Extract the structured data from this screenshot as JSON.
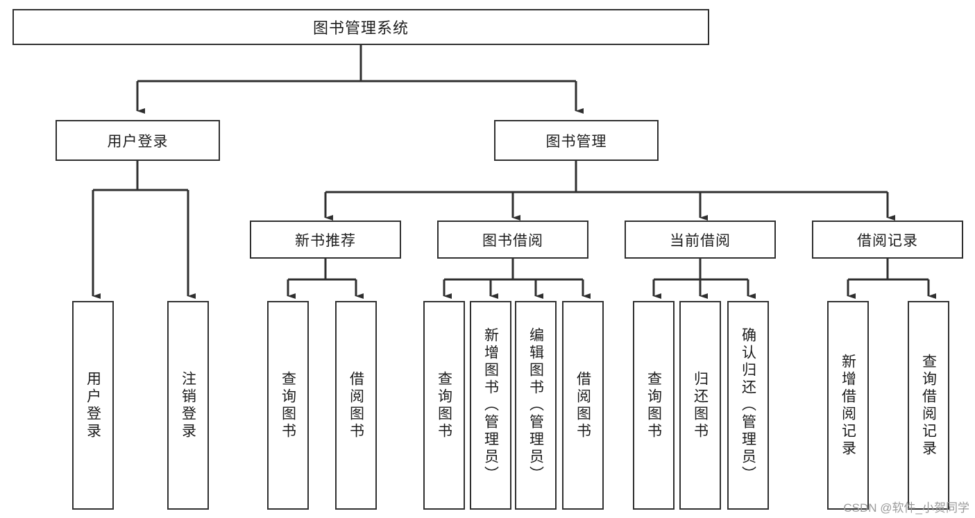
{
  "diagram": {
    "title": "图书管理系统",
    "type": "hierarchy-tree",
    "watermark": "CSDN @软件_小贺同学",
    "colors": {
      "border": "#2f2f2f",
      "background": "#ffffff",
      "text": "#1c1c1c",
      "watermark": "#9a9a9a"
    },
    "levels": {
      "root": {
        "label": "图书管理系统"
      },
      "level2": [
        {
          "label": "用户登录"
        },
        {
          "label": "图书管理"
        }
      ],
      "level3": [
        {
          "label": "新书推荐"
        },
        {
          "label": "图书借阅"
        },
        {
          "label": "当前借阅"
        },
        {
          "label": "借阅记录"
        }
      ],
      "leaves": [
        {
          "label": "用户登录",
          "parent": "用户登录"
        },
        {
          "label": "注销登录",
          "parent": "用户登录"
        },
        {
          "label": "查询图书",
          "parent": "新书推荐"
        },
        {
          "label": "借阅图书",
          "parent": "新书推荐"
        },
        {
          "label": "查询图书",
          "parent": "图书借阅"
        },
        {
          "label": "新增图书（管理员）",
          "parent": "图书借阅"
        },
        {
          "label": "编辑图书（管理员）",
          "parent": "图书借阅"
        },
        {
          "label": "借阅图书",
          "parent": "图书借阅"
        },
        {
          "label": "查询图书",
          "parent": "当前借阅"
        },
        {
          "label": "归还图书",
          "parent": "当前借阅"
        },
        {
          "label": "确认归还（管理员）",
          "parent": "当前借阅"
        },
        {
          "label": "新增借阅记录",
          "parent": "借阅记录"
        },
        {
          "label": "查询借阅记录",
          "parent": "借阅记录"
        }
      ]
    }
  }
}
